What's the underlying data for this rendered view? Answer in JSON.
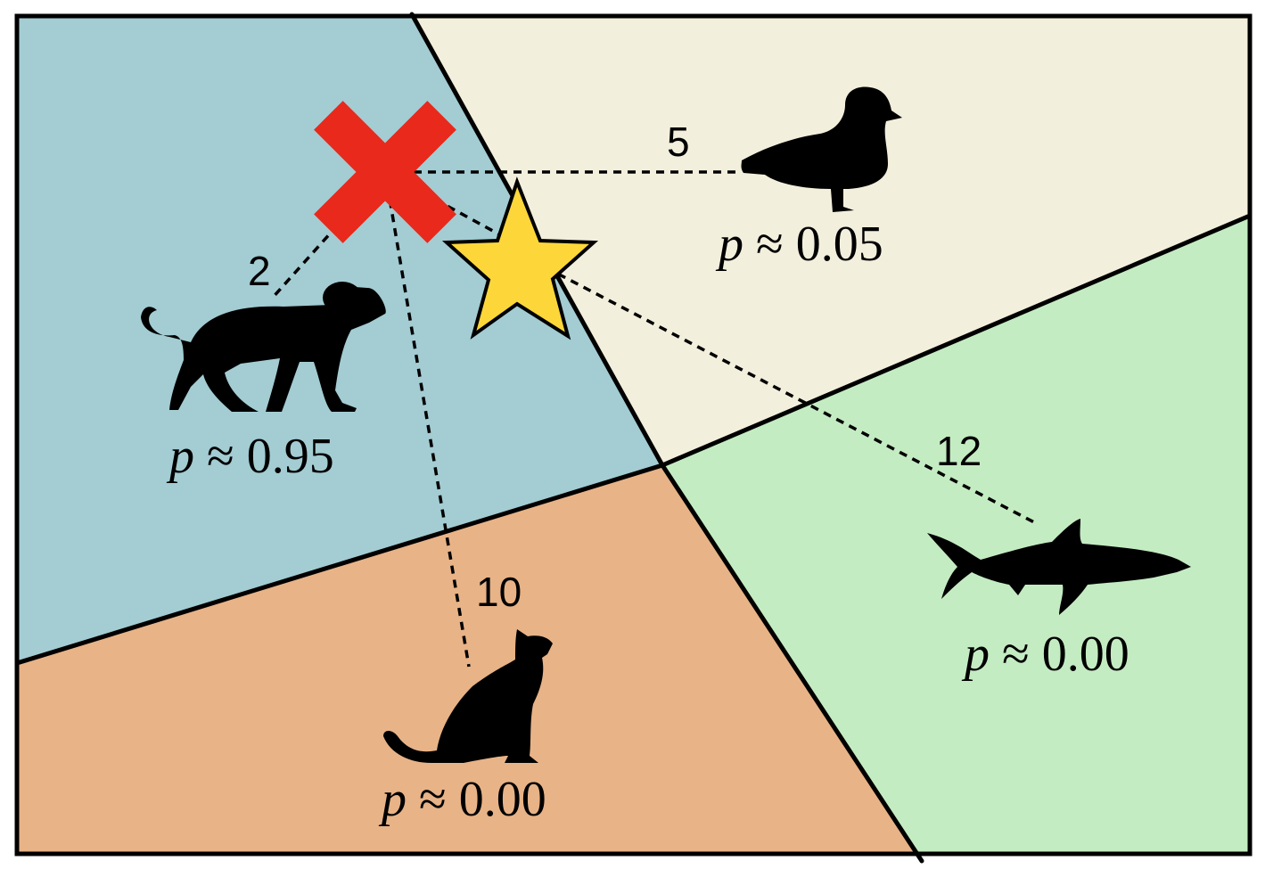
{
  "regions": {
    "dog": {
      "color": "#a3ccd3"
    },
    "duck": {
      "color": "#f3efdd"
    },
    "shark": {
      "color": "#c4ecc2"
    },
    "cat": {
      "color": "#e8b387"
    }
  },
  "markers": {
    "cross": {
      "icon": "cross-icon",
      "color": "#e8291b"
    },
    "star": {
      "icon": "star-icon",
      "color": "#fdd73a"
    }
  },
  "classes": [
    {
      "id": "dog",
      "icon": "dog-icon",
      "distance": "2",
      "p_symbol": "p",
      "p_text": " ≈ 0.95"
    },
    {
      "id": "duck",
      "icon": "duck-icon",
      "distance": "5",
      "p_symbol": "p",
      "p_text": " ≈ 0.05"
    },
    {
      "id": "shark",
      "icon": "shark-icon",
      "distance": "12",
      "p_symbol": "p",
      "p_text": " ≈ 0.00"
    },
    {
      "id": "cat",
      "icon": "cat-icon",
      "distance": "10",
      "p_symbol": "p",
      "p_text": " ≈ 0.00"
    }
  ]
}
